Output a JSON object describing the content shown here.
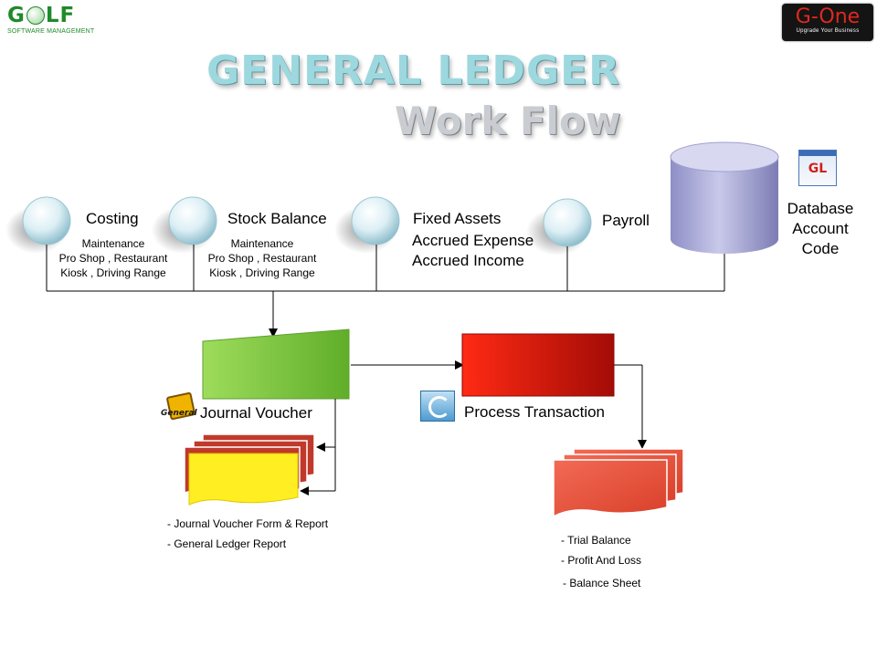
{
  "logos": {
    "golf": {
      "word_left": "G",
      "word_right": "LF",
      "subtitle": "SOFTWARE MANAGEMENT"
    },
    "gone": {
      "word": "G-One",
      "subtitle": "Upgrade Your Business"
    }
  },
  "title": {
    "line1": "GENERAL LEDGER",
    "line2": "Work Flow"
  },
  "sources": [
    {
      "title": "Costing",
      "lines": [
        "Maintenance",
        "Pro Shop , Restaurant",
        "Kiosk , Driving Range"
      ]
    },
    {
      "title": "Stock Balance",
      "lines": [
        "Maintenance",
        "Pro Shop , Restaurant",
        "Kiosk , Driving Range"
      ]
    },
    {
      "title": "Fixed Assets",
      "lines": [
        "Accrued Expense",
        "Accrued Income"
      ]
    },
    {
      "title": "Payroll",
      "lines": []
    }
  ],
  "database": {
    "icon_text": "GL",
    "lines": [
      "Database",
      "Account",
      "Code"
    ]
  },
  "journal": {
    "label": "Journal Voucher",
    "icon_text": "General",
    "outputs": [
      "- Journal Voucher Form & Report",
      "- General Ledger Report"
    ]
  },
  "process": {
    "label": "Process Transaction",
    "outputs": [
      "- Trial Balance",
      "- Profit And Loss",
      "- Balance Sheet"
    ]
  },
  "colors": {
    "journal_box": "#8ccf4a",
    "process_box": "#e0140a",
    "doc_front": "#ffee22",
    "doc_back": "#c0392b",
    "report_doc": "#e74c3c",
    "database": "#a9a9d6",
    "title": "#9ed8df"
  }
}
